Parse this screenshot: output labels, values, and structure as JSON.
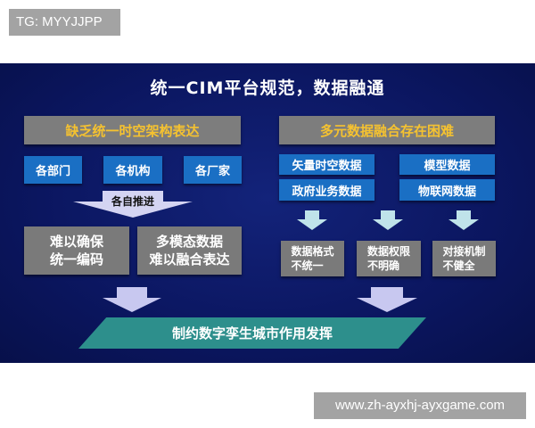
{
  "tag_label": "TG: MYYJJPP",
  "title": "统一CIM平台规范，数据融通",
  "left": {
    "header": "缺乏统一时空架构表达",
    "sources": [
      "各部门",
      "各机构",
      "各厂家"
    ],
    "arrow_label": "各自推进",
    "problems": [
      {
        "line1": "难以确保",
        "line2": "统一编码"
      },
      {
        "line1": "多模态数据",
        "line2": "难以融合表达"
      }
    ]
  },
  "right": {
    "header": "多元数据融合存在困难",
    "data_types": [
      "矢量时空数据",
      "模型数据",
      "政府业务数据",
      "物联网数据"
    ],
    "problems": [
      {
        "line1": "数据格式",
        "line2": "不统一"
      },
      {
        "line1": "数据权限",
        "line2": "不明确"
      },
      {
        "line1": "对接机制",
        "line2": "不健全"
      }
    ]
  },
  "conclusion": "制约数字孪生城市作用发挥",
  "watermark": "www.zh-ayxhj-ayxgame.com",
  "colors": {
    "slide_bg": "#0b1660",
    "header_text": "#f5c230",
    "blue_box": "#1a6fc4",
    "gray_box": "#7a7a7a",
    "teal": "#2d8f8c",
    "arrow": "#c8c8f0"
  }
}
